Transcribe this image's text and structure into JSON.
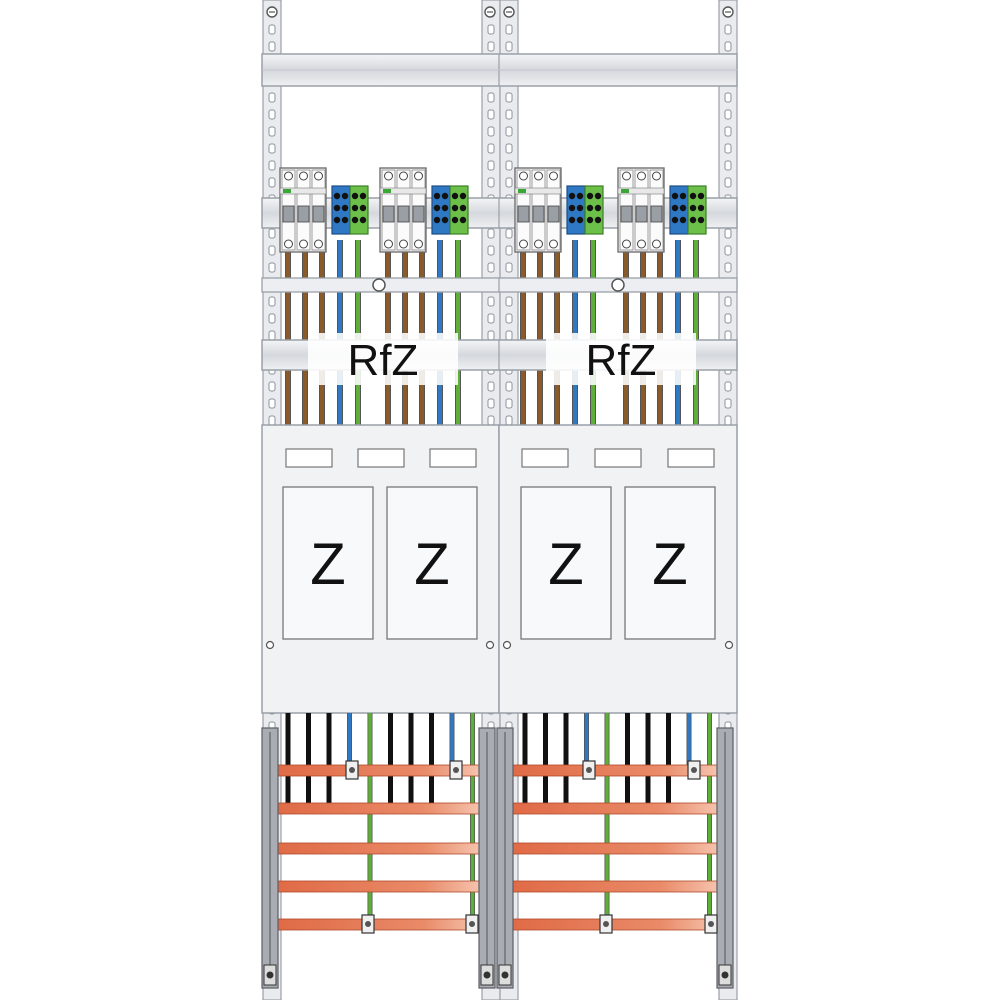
{
  "columns": [
    {
      "rfz_label": "RfZ",
      "meter_labels": [
        "Z",
        "Z"
      ]
    },
    {
      "rfz_label": "RfZ",
      "meter_labels": [
        "Z",
        "Z"
      ]
    }
  ],
  "colors": {
    "frame": "#e4e6ea",
    "frame_stroke": "#9aa0a8",
    "phase_wire": "#8b5a2b",
    "neutral_wire": "#2f78c4",
    "earth_wire": "#5fae3a",
    "black_wire": "#111111",
    "busbar": "#e8795a",
    "terminal_blue": "#2f78c4",
    "terminal_green": "#6cc04a",
    "panel": "#f1f2f4"
  }
}
